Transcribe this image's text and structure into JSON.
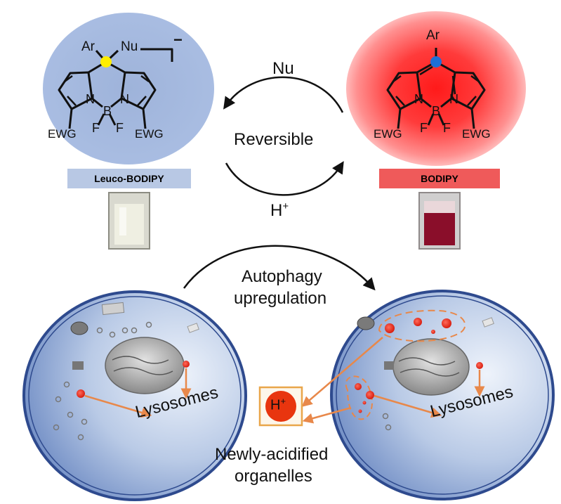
{
  "molecules": {
    "left": {
      "ar": "Ar",
      "nu": "Nu",
      "charge": "−",
      "n1": "N",
      "n2": "N",
      "b": "B",
      "f1": "F",
      "f2": "F",
      "ewg1": "EWG",
      "ewg2": "EWG",
      "label": "Leuco-BODIPY"
    },
    "right": {
      "ar": "Ar",
      "n1": "N",
      "n2": "N",
      "b": "B",
      "f1": "F",
      "f2": "F",
      "ewg1": "EWG",
      "ewg2": "EWG",
      "label": "BODIPY"
    }
  },
  "cycle": {
    "top": "Nu",
    "middle": "Reversible",
    "bottom": "H",
    "bottom_sup": "+"
  },
  "process": {
    "line1": "Autophagy",
    "line2": "upregulation"
  },
  "cells": {
    "left_label": "Lysosomes",
    "right_label": "Lysosomes",
    "proton": "H",
    "proton_sup": "+",
    "caption_line1": "Newly-acidified",
    "caption_line2": "organelles"
  },
  "colors": {
    "leuco_box": "#b8c8e4",
    "bodipy_box": "#ef5a5a",
    "red_glow": "#ff2020",
    "arrow_orange": "#e8884a",
    "cell_blue": "#2e4a8e",
    "yellow_dot": "#ffee00",
    "blue_dot": "#1f6fd6"
  }
}
